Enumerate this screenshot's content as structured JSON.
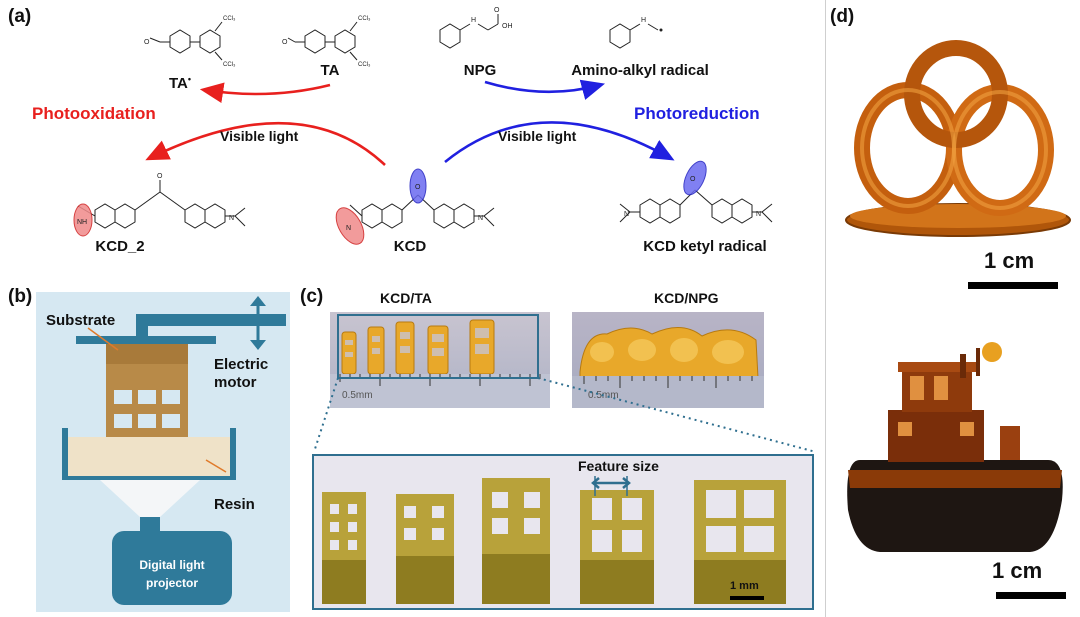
{
  "panel_a": {
    "label": "(a)",
    "left_mechanism": "Photooxidation",
    "right_mechanism": "Photoreduction",
    "light_left": "Visible light",
    "light_right": "Visible light",
    "molecules": {
      "ta_radical": "TA",
      "ta_radical_dot": "•",
      "ta": "TA",
      "npg": "NPG",
      "amino_alkyl": "Amino-alkyl radical",
      "kcd2": "KCD_2",
      "kcd": "KCD",
      "kcd_ketyl": "KCD ketyl radical"
    },
    "atoms": {
      "ccl3": "CCl₃",
      "o": "O",
      "n": "N",
      "nh": "NH",
      "oh": "OH",
      "h": "H"
    },
    "colors": {
      "oxidation": "#e8201e",
      "reduction": "#2020e0"
    }
  },
  "panel_b": {
    "label": "(b)",
    "substrate": "Substrate",
    "motor_line1": "Electric",
    "motor_line2": "motor",
    "resin": "Resin",
    "projector_line1": "Digital light",
    "projector_line2": "projector"
  },
  "panel_c": {
    "label": "(c)",
    "left_title": "KCD/TA",
    "right_title": "KCD/NPG",
    "feature_size": "Feature size",
    "scale": "1 mm",
    "ruler_label": "0.5mm"
  },
  "panel_d": {
    "label": "(d)",
    "scale_top": "1 cm",
    "scale_bottom": "1 cm"
  }
}
